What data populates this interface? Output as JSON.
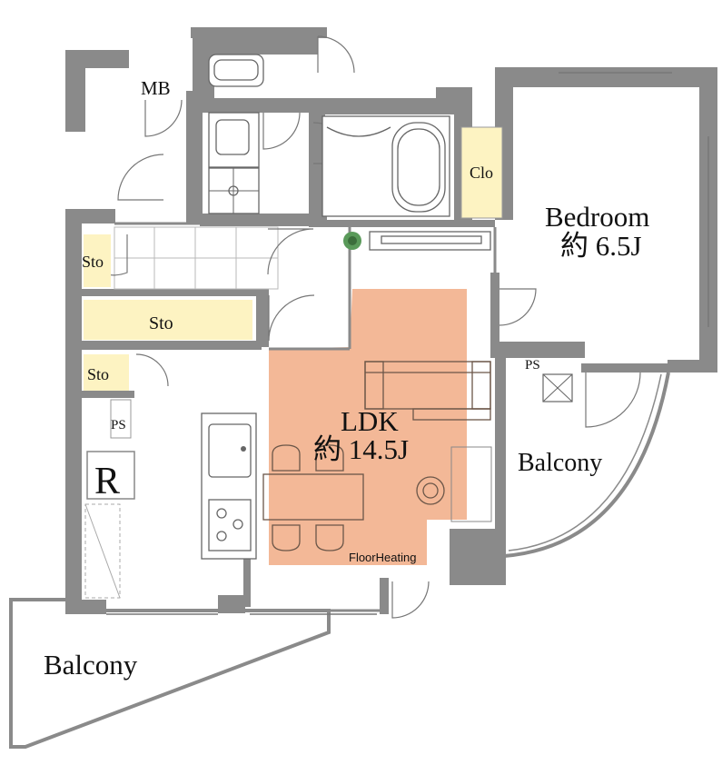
{
  "rooms": {
    "mb": "MB",
    "clo": "Clo",
    "bedroom_name": "Bedroom",
    "bedroom_size": "約 6.5J",
    "sto_1": "Sto",
    "sto_2": "Sto",
    "sto_3": "Sto",
    "ps_1": "PS",
    "ps_2": "PS",
    "ldk_name": "LDK",
    "ldk_size": "約 14.5J",
    "floor_heating": "FloorHeating",
    "balcony_right": "Balcony",
    "balcony_bottom": "Balcony",
    "refrigerator_mark": "R"
  },
  "colors": {
    "wall": "#8a8a8a",
    "floor_heating": "#f2b08c",
    "closet": "#fdf3c2",
    "storage": "#fdf3c2"
  }
}
